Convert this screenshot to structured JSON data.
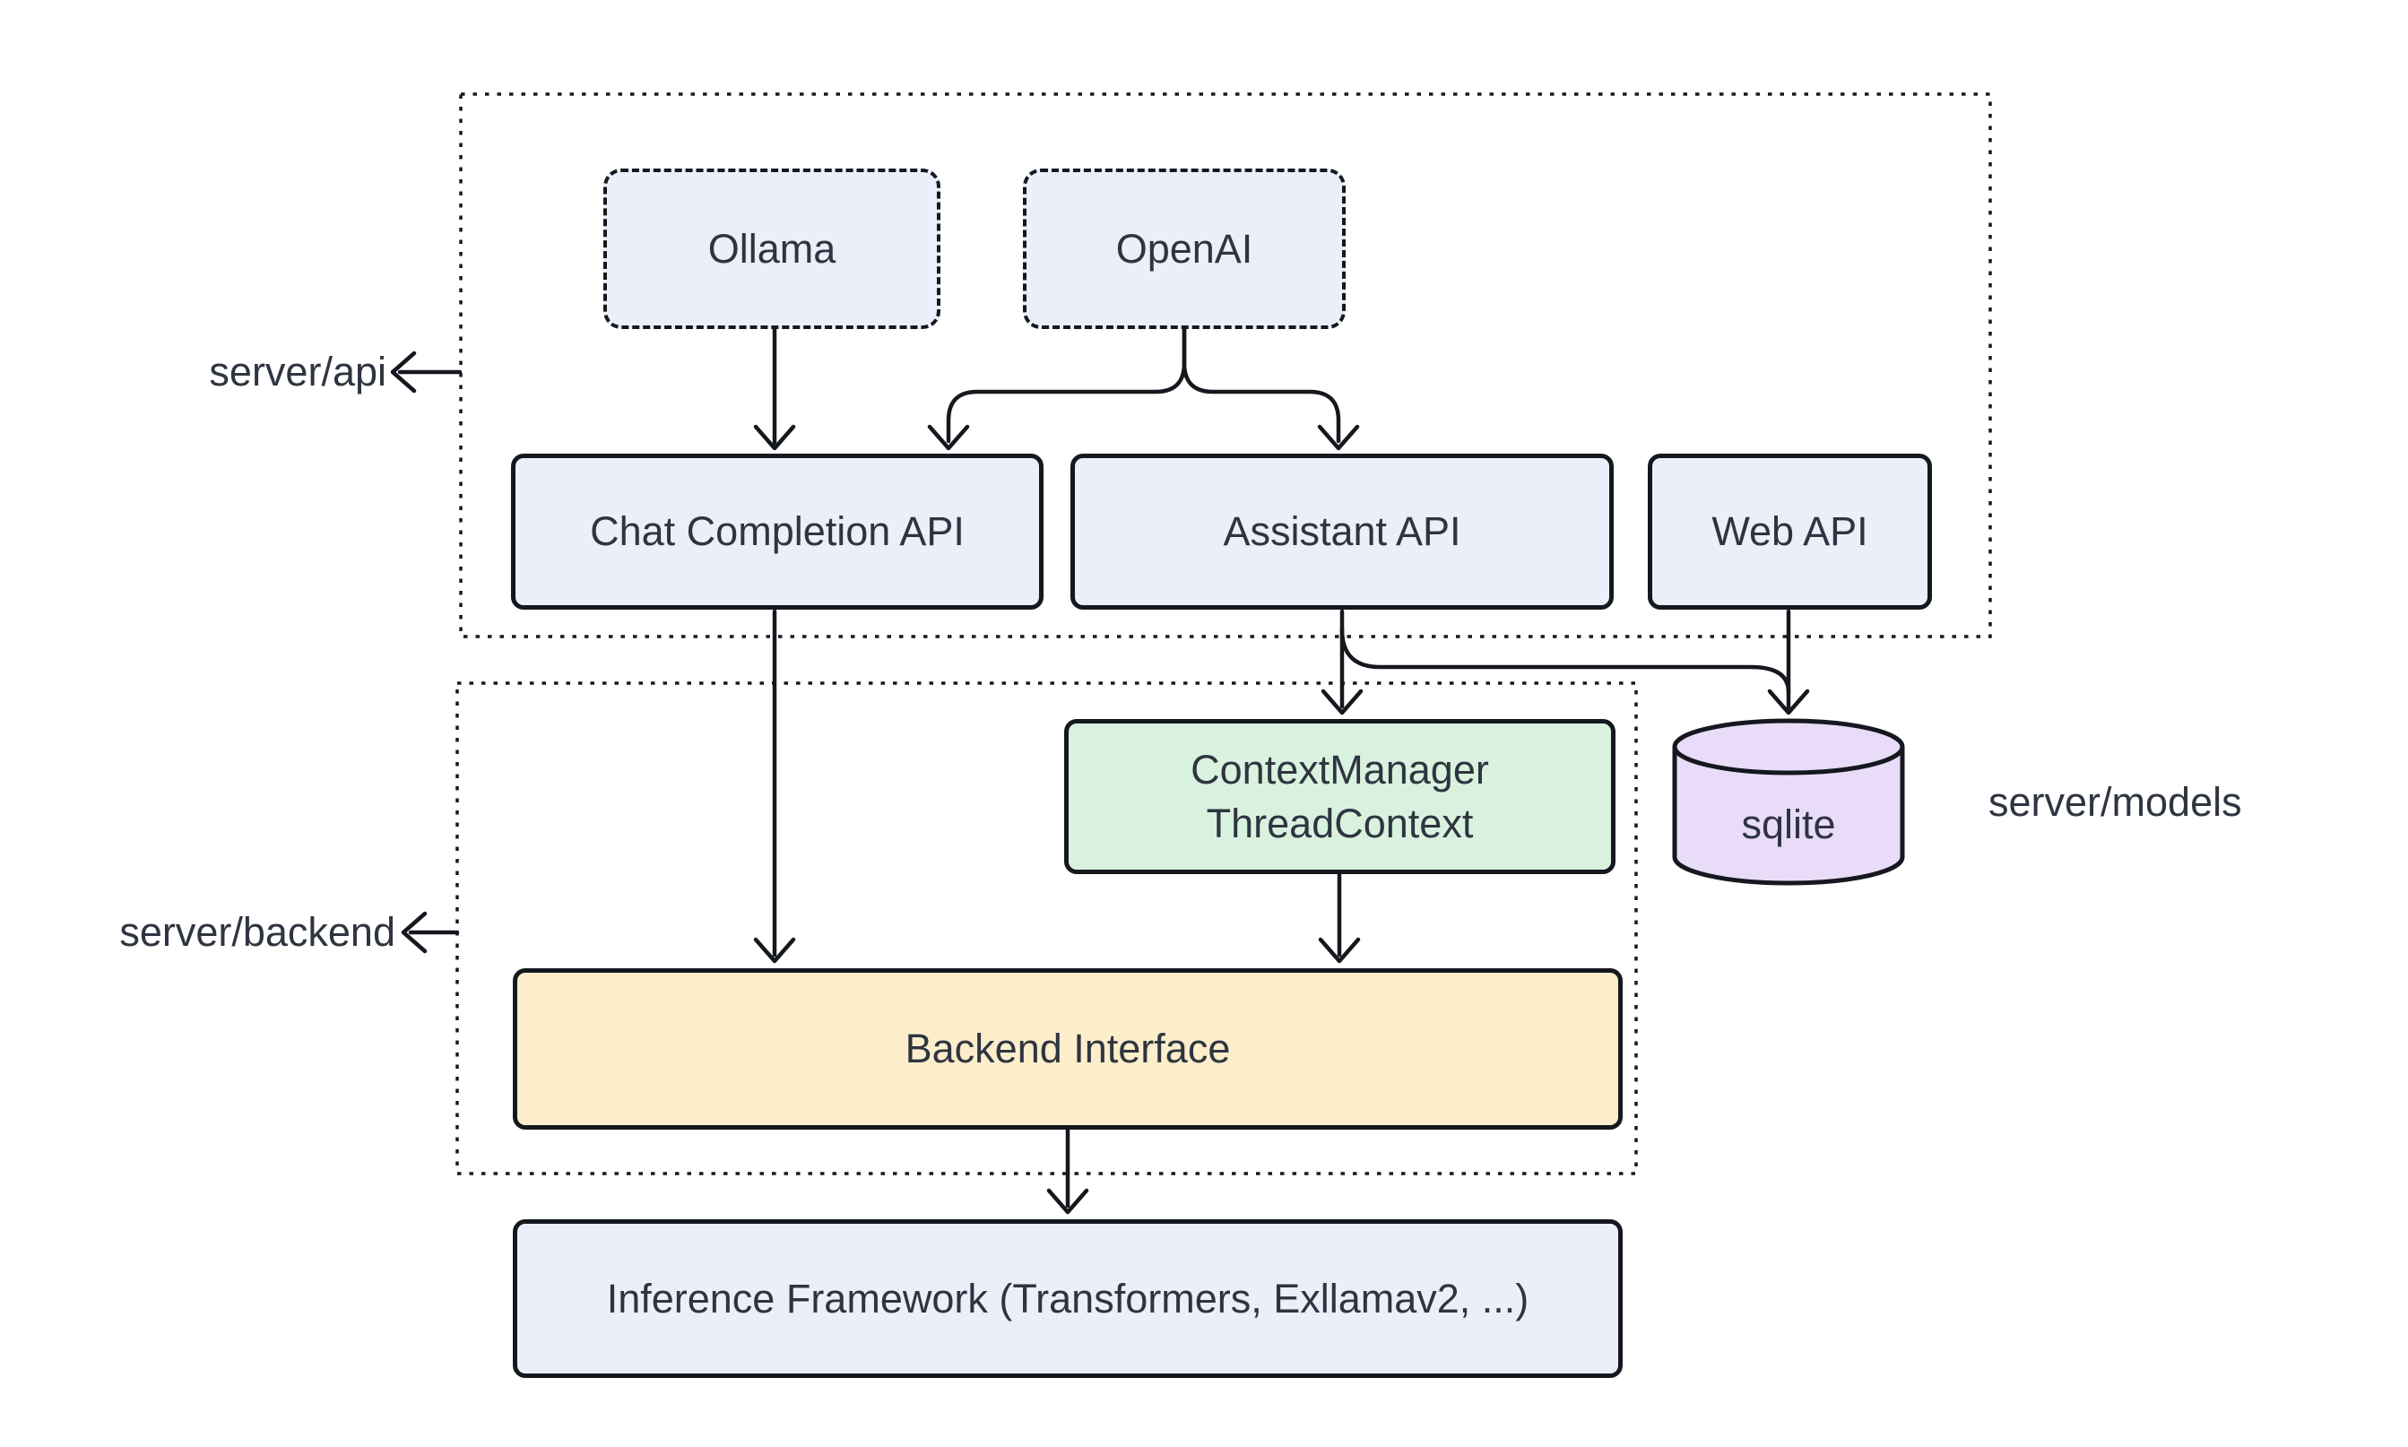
{
  "containers": {
    "server_api": {
      "label": "server/api"
    },
    "server_backend": {
      "label": "server/backend"
    }
  },
  "labels": {
    "server_models": "server/models"
  },
  "nodes": {
    "ollama": {
      "label": "Ollama"
    },
    "openai": {
      "label": "OpenAI"
    },
    "chat_completion_api": {
      "label": "Chat Completion API"
    },
    "assistant_api": {
      "label": "Assistant API"
    },
    "web_api": {
      "label": "Web API"
    },
    "context_manager": {
      "lines": [
        "ContextManager",
        "ThreadContext"
      ]
    },
    "sqlite": {
      "label": "sqlite"
    },
    "backend_interface": {
      "label": "Backend Interface"
    },
    "inference_framework": {
      "label": "Inference Framework (Transformers, Exllamav2, ...)"
    }
  },
  "edges": [
    {
      "from": "Ollama",
      "to": "Chat Completion API"
    },
    {
      "from": "OpenAI",
      "to": "Chat Completion API"
    },
    {
      "from": "OpenAI",
      "to": "Assistant API"
    },
    {
      "from": "Assistant API",
      "to": "ContextManager / ThreadContext"
    },
    {
      "from": "Assistant API",
      "to": "sqlite"
    },
    {
      "from": "Web API",
      "to": "sqlite"
    },
    {
      "from": "Chat Completion API",
      "to": "Backend Interface"
    },
    {
      "from": "ContextManager / ThreadContext",
      "to": "Backend Interface"
    },
    {
      "from": "Backend Interface",
      "to": "Inference Framework (Transformers, Exllamav2, ...)"
    }
  ],
  "callouts": [
    {
      "label": "server/api",
      "target": "server/api dotted container"
    },
    {
      "label": "server/backend",
      "target": "server/backend dotted container"
    },
    {
      "label": "server/models",
      "target": "sqlite"
    }
  ],
  "colors": {
    "background": "#ffffff",
    "node_blue": "#eaeffa",
    "node_green": "#d9f2df",
    "node_yellow": "#fceecb",
    "node_purple": "#e9dcf8",
    "stroke": "#15181e",
    "text": "#2f3540"
  }
}
